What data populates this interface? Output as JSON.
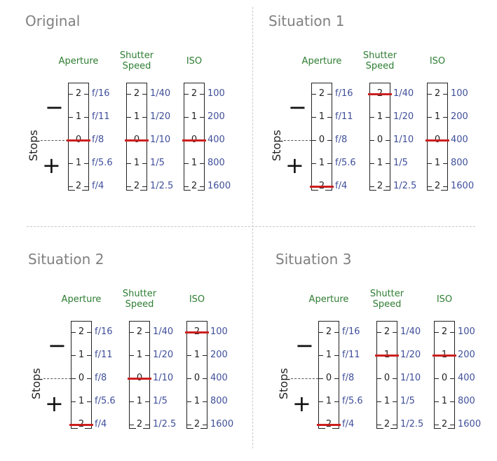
{
  "column_labels": {
    "aperture": "Aperture",
    "shutter_line1": "Shutter",
    "shutter_line2": "Speed",
    "iso": "ISO"
  },
  "axis": {
    "label": "Stops",
    "minus": "−",
    "plus": "+"
  },
  "stop_numbers": [
    "2",
    "1",
    "0",
    "1",
    "2"
  ],
  "scales": {
    "aperture": [
      "f/16",
      "f/11",
      "f/8",
      "f/5.6",
      "f/4"
    ],
    "shutter": [
      "1/40",
      "1/20",
      "1/10",
      "1/5",
      "1/2.5"
    ],
    "iso": [
      "100",
      "200",
      "400",
      "800",
      "1600"
    ]
  },
  "highlight_color": "#cc1f1f",
  "label_color": "#2e7d32",
  "value_color": "#3f4f9a",
  "panels": [
    {
      "title": "Original",
      "selected": {
        "aperture": 2,
        "shutter": 2,
        "iso": 2
      }
    },
    {
      "title": "Situation 1",
      "selected": {
        "aperture": 4,
        "shutter": 0,
        "iso": 2
      }
    },
    {
      "title": "Situation 2",
      "selected": {
        "aperture": 4,
        "shutter": 2,
        "iso": 0
      }
    },
    {
      "title": "Situation 3",
      "selected": {
        "aperture": 4,
        "shutter": 1,
        "iso": 1
      }
    }
  ]
}
